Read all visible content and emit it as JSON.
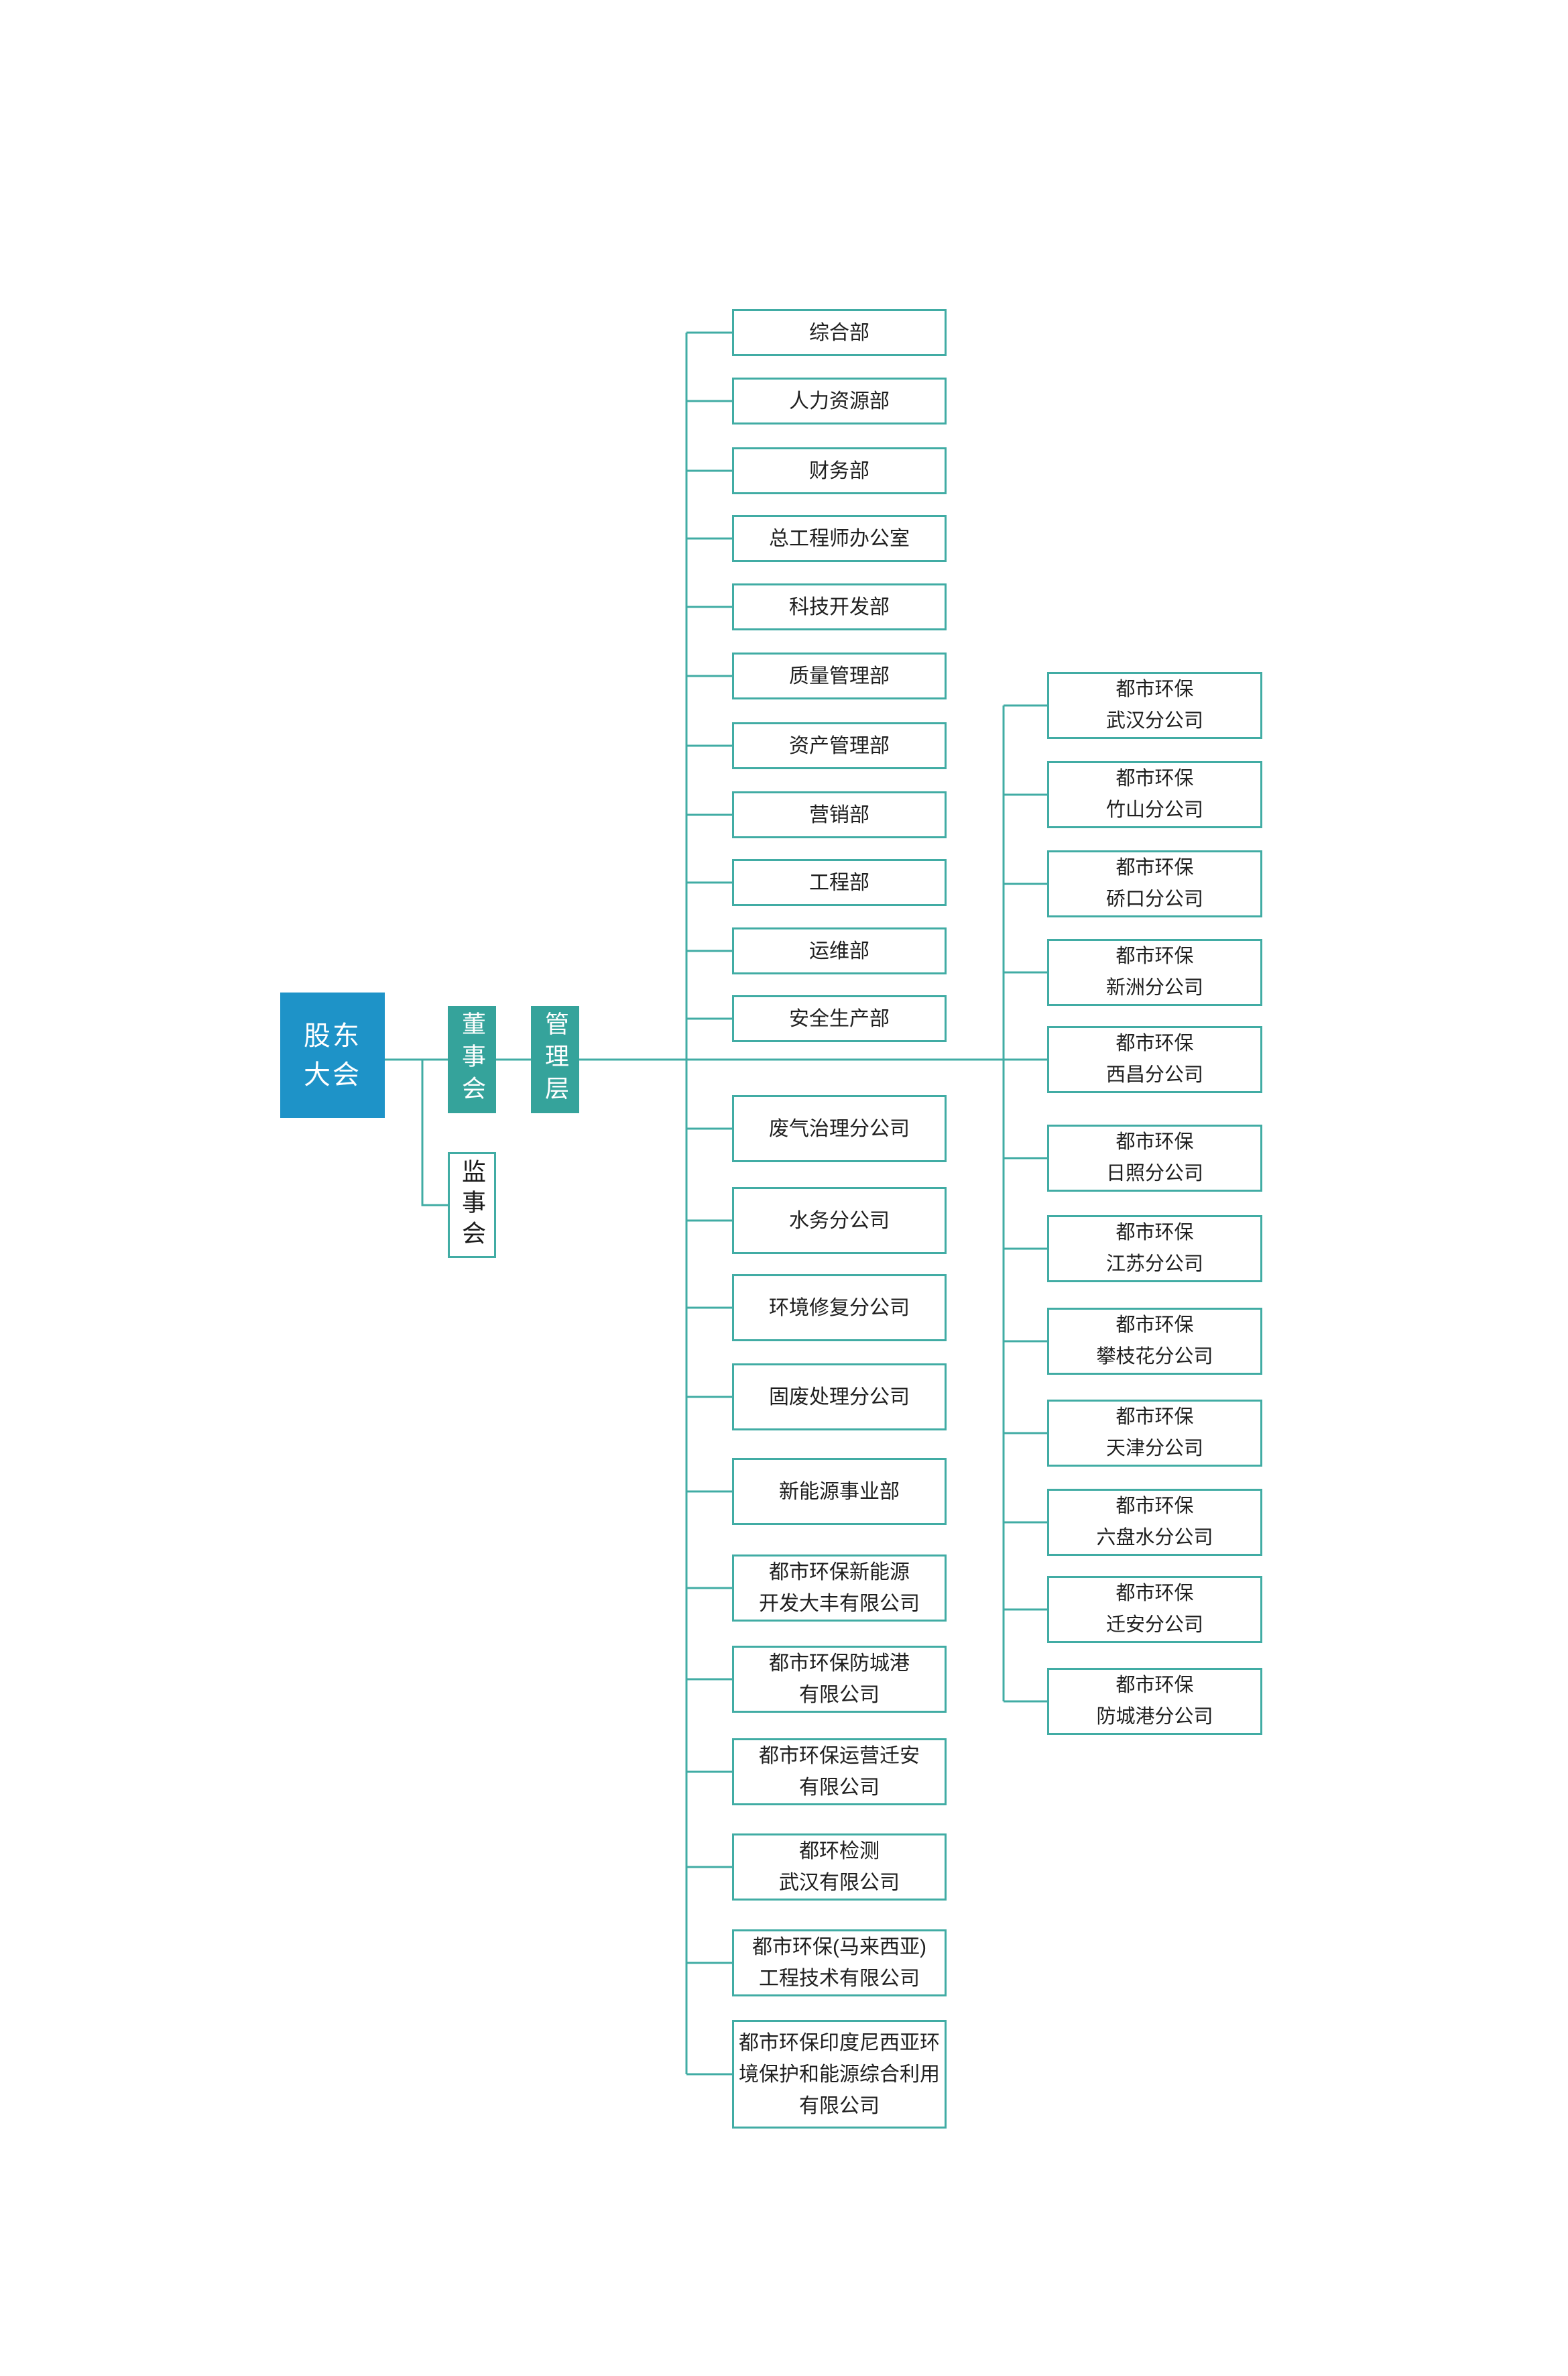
{
  "colors": {
    "primary_blue": "#1E93C8",
    "teal_fill": "#35A39B",
    "line": "#41ACA4",
    "box_border": "#41ACA4",
    "text_dark": "#1F1F1F",
    "text_light": "#FFFFFF"
  },
  "governance": {
    "shareholders": {
      "label": "股东\n大会"
    },
    "board": {
      "label": "董事会"
    },
    "management": {
      "label": "管理层"
    },
    "supervisory": {
      "label": "监事会"
    }
  },
  "middle_column": {
    "items": [
      {
        "label": "综合部"
      },
      {
        "label": "人力资源部"
      },
      {
        "label": "财务部"
      },
      {
        "label": "总工程师办公室"
      },
      {
        "label": "科技开发部"
      },
      {
        "label": "质量管理部"
      },
      {
        "label": "资产管理部"
      },
      {
        "label": "营销部"
      },
      {
        "label": "工程部"
      },
      {
        "label": "运维部"
      },
      {
        "label": "安全生产部"
      },
      {
        "label": "废气治理分公司"
      },
      {
        "label": "水务分公司"
      },
      {
        "label": "环境修复分公司"
      },
      {
        "label": "固废处理分公司"
      },
      {
        "label": "新能源事业部"
      },
      {
        "label": "都市环保新能源\n开发大丰有限公司"
      },
      {
        "label": "都市环保防城港\n有限公司"
      },
      {
        "label": "都市环保运营迁安\n有限公司"
      },
      {
        "label": "都环检测\n武汉有限公司"
      },
      {
        "label": "都市环保(马来西亚)\n工程技术有限公司"
      },
      {
        "label": "都市环保印度尼西亚环\n境保护和能源综合利用\n有限公司"
      }
    ]
  },
  "right_column": {
    "items": [
      {
        "label": "都市环保\n武汉分公司"
      },
      {
        "label": "都市环保\n竹山分公司"
      },
      {
        "label": "都市环保\n硚口分公司"
      },
      {
        "label": "都市环保\n新洲分公司"
      },
      {
        "label": "都市环保\n西昌分公司"
      },
      {
        "label": "都市环保\n日照分公司"
      },
      {
        "label": "都市环保\n江苏分公司"
      },
      {
        "label": "都市环保\n攀枝花分公司"
      },
      {
        "label": "都市环保\n天津分公司"
      },
      {
        "label": "都市环保\n六盘水分公司"
      },
      {
        "label": "都市环保\n迁安分公司"
      },
      {
        "label": "都市环保\n防城港分公司"
      }
    ]
  }
}
